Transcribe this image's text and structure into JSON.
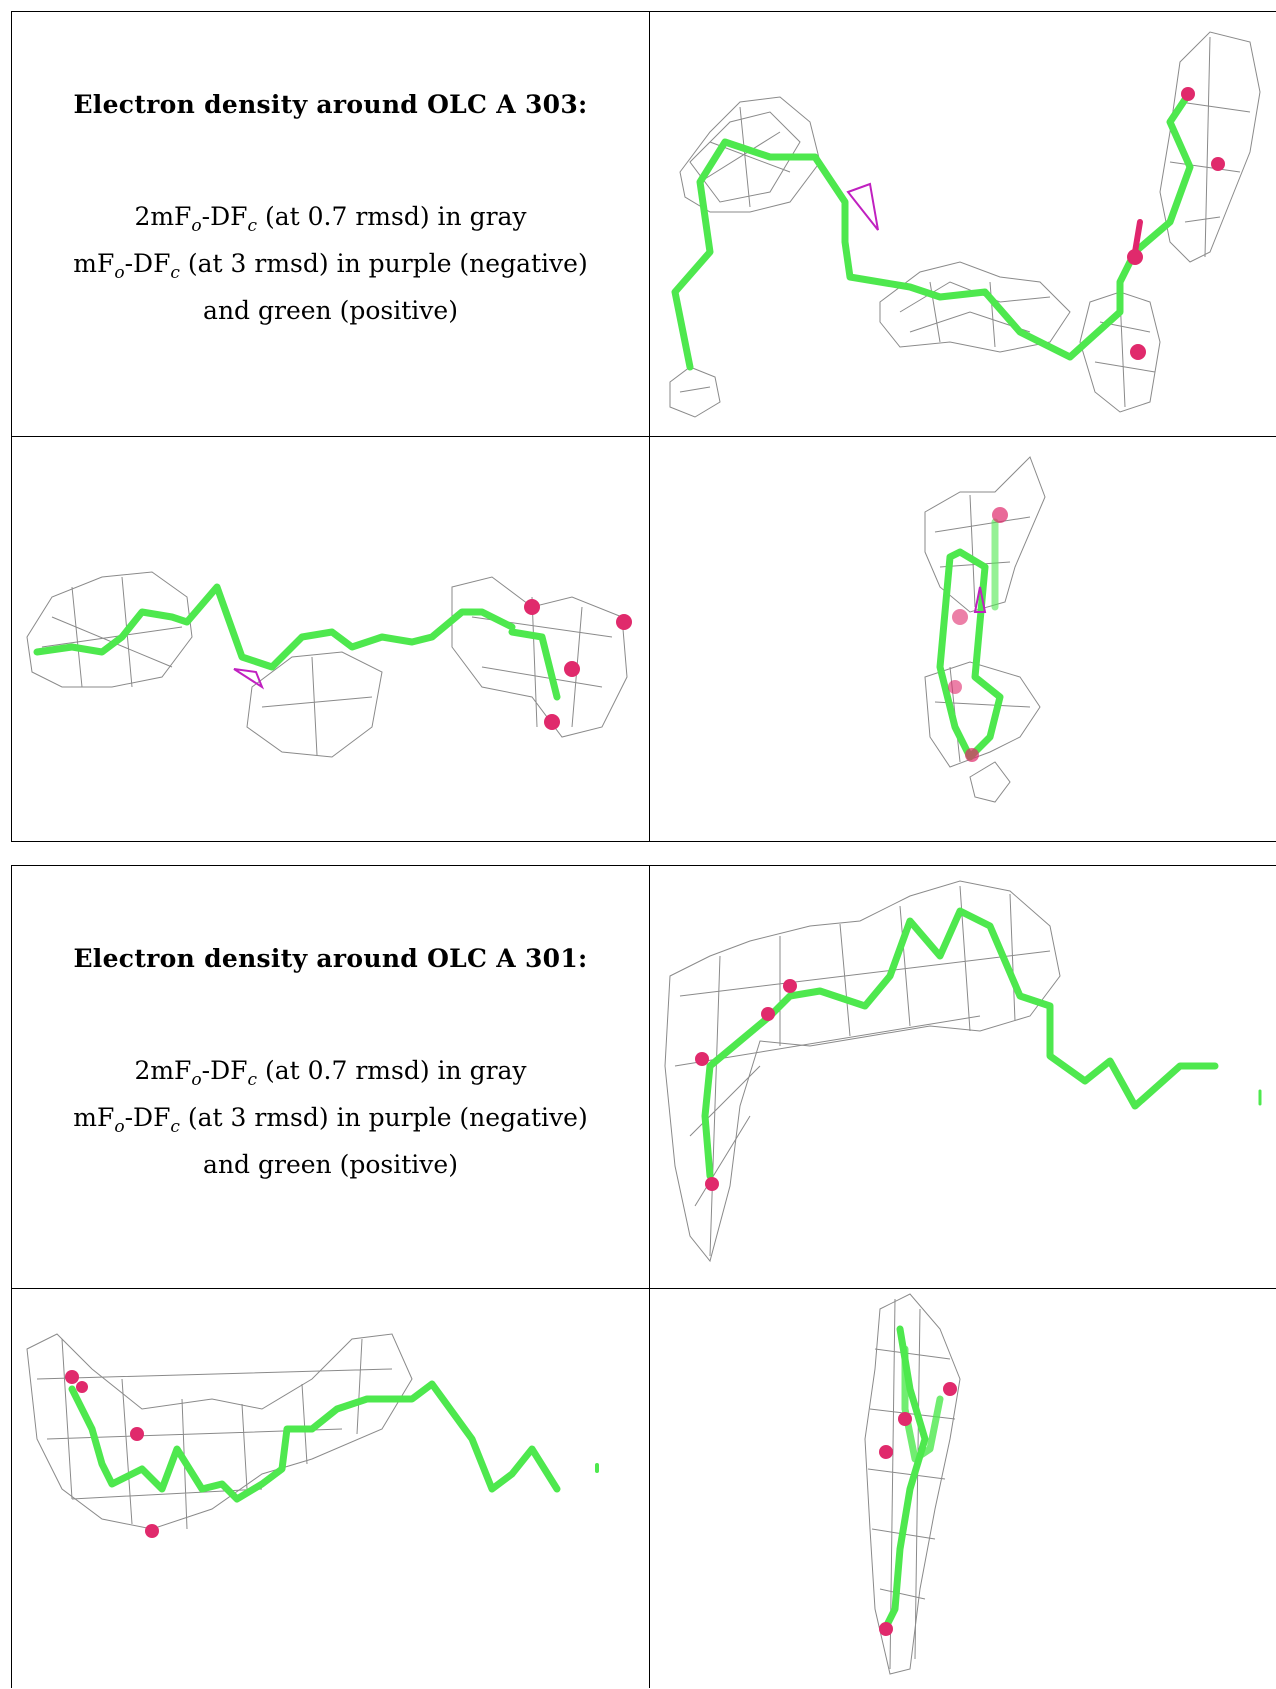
{
  "panels": [
    {
      "title": "Electron density around OLC A 303:",
      "lines": {
        "line1_pre": "2mF",
        "line1_o": "o",
        "line1_mid": "-DF",
        "line1_c": "c",
        "line1_post": " (at 0.7 rmsd) in gray",
        "line2_pre": "mF",
        "line2_o": "o",
        "line2_mid": "-DF",
        "line2_c": "c",
        "line2_post": " (at 3 rmsd) in purple (negative)",
        "line3": "and green (positive)"
      }
    },
    {
      "title": "Electron density around OLC A 301:",
      "lines": {
        "line1_pre": "2mF",
        "line1_o": "o",
        "line1_mid": "-DF",
        "line1_c": "c",
        "line1_post": " (at 0.7 rmsd) in gray",
        "line2_pre": "mF",
        "line2_o": "o",
        "line2_mid": "-DF",
        "line2_c": "c",
        "line2_post": " (at 3 rmsd) in purple (negative)",
        "line3": "and green (positive)"
      }
    }
  ],
  "colors": {
    "mesh_2mFo_DFc": "#8a8a8a",
    "ligand_carbon": "#4ee84e",
    "ligand_oxygen": "#e02a6c",
    "difference_negative": "#c020c0"
  }
}
